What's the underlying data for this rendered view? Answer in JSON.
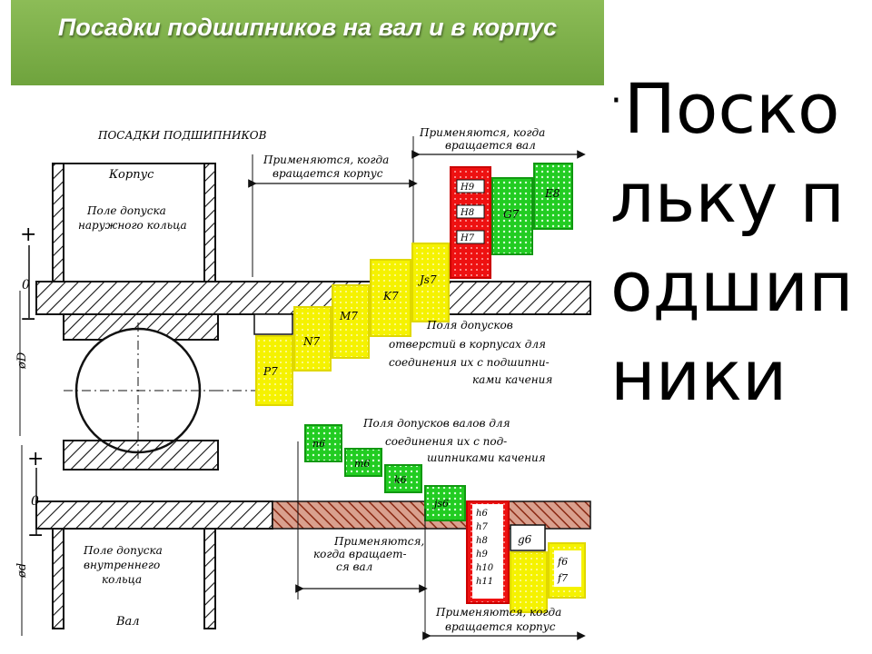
{
  "slide": {
    "title": "Посадки подшипников на вал и в корпус",
    "side_text": "Поскольку подшипники",
    "bullet": "·"
  },
  "diagram": {
    "heading": "ПОСАДКИ ПОДШИПНИКОВ",
    "housing_label": "Корпус",
    "shaft_label": "Вал",
    "outer_ring_zone": [
      "Поле допуска",
      "наружного кольца"
    ],
    "inner_ring_zone": [
      "Поле допуска",
      "внутреннего",
      "кольца"
    ],
    "note_housing_rotates_top": [
      "Применяются, когда",
      "вращается корпус"
    ],
    "note_shaft_rotates_top": [
      "Применяются, когда",
      "вращается вал"
    ],
    "note_hole_fields": [
      "Поля допусков",
      "отверстий в корпусах для",
      "соединения их с подшипни-",
      "ками качения"
    ],
    "note_shaft_fields": [
      "Поля допусков валов для",
      "соединения их с под-",
      "шипниками качения"
    ],
    "note_shaft_rotates_bottom": [
      "Применяются,",
      "когда вращает-",
      "ся вал"
    ],
    "note_housing_rotates_bottom": [
      "Применяются, когда",
      "вращается корпус"
    ],
    "axis_plus": "+",
    "axis_zero": "0",
    "axis_minus": "−",
    "dim_outer": "øD",
    "dim_inner": "ød",
    "hole_fits": [
      "P7",
      "N7",
      "M7",
      "K7",
      "Js7",
      "H7",
      "H8",
      "H9",
      "G7",
      "E8"
    ],
    "shaft_fits": [
      "n6",
      "m6",
      "k6",
      "js6",
      "h6",
      "h7",
      "h8",
      "h9",
      "h10",
      "h11",
      "g6",
      "f6",
      "f7"
    ],
    "colors": {
      "yellow": "#f5f200",
      "red": "#ee1111",
      "green": "#22cc22",
      "hatch_brown": "#8b2a14",
      "title_green": "#7aac48"
    }
  }
}
